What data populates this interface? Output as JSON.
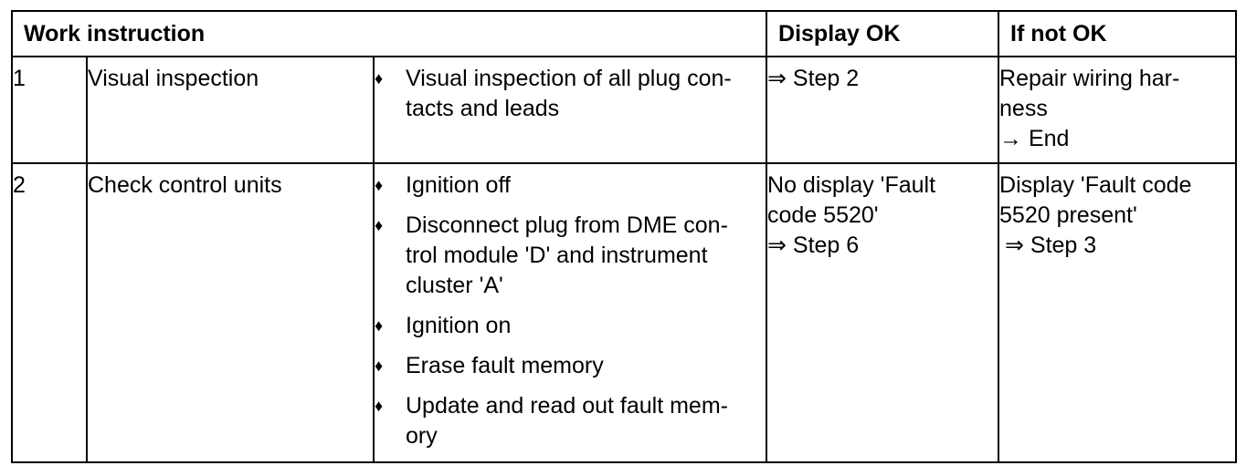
{
  "header": {
    "work_instruction": "Work instruction",
    "display_ok": "Display OK",
    "if_not_ok": "If not OK"
  },
  "rows": [
    {
      "number": "1",
      "title": "Visual inspection",
      "steps": [
        {
          "lines": [
            "Visual inspection of all plug con-",
            "tacts and leads"
          ]
        }
      ],
      "display_ok": {
        "lines": [],
        "ref": "⇒ Step 2"
      },
      "if_not_ok": {
        "lines": [
          "Repair wiring har-",
          "ness"
        ],
        "ref": "→ End"
      }
    },
    {
      "number": "2",
      "title": "Check control units",
      "steps": [
        {
          "lines": [
            "Ignition off"
          ]
        },
        {
          "lines": [
            "Disconnect plug from DME con-",
            "trol module 'D' and instrument",
            "cluster 'A'"
          ]
        },
        {
          "lines": [
            "Ignition on"
          ]
        },
        {
          "lines": [
            "Erase fault memory"
          ]
        },
        {
          "lines": [
            "Update and read out fault mem-",
            "ory"
          ]
        }
      ],
      "display_ok": {
        "lines": [
          "No display 'Fault",
          "code 5520'"
        ],
        "ref": "⇒ Step 6"
      },
      "if_not_ok": {
        "lines": [
          "Display 'Fault code",
          "5520 present'"
        ],
        "ref": "⇒ Step 3"
      }
    }
  ],
  "icons": {
    "bullet": "diamond-bullet-icon",
    "bullet_glyph": "♦"
  }
}
